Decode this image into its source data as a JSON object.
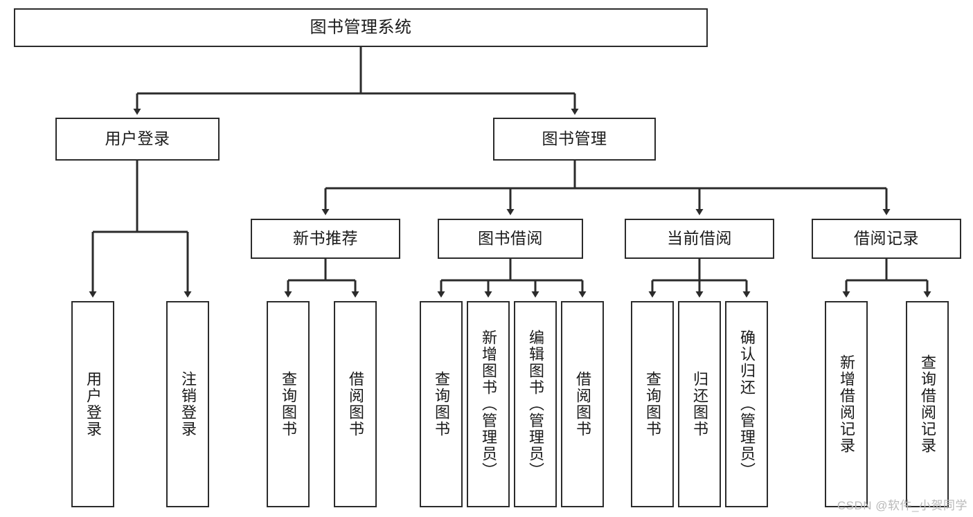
{
  "diagram": {
    "title_node": {
      "label": "图书管理系统"
    },
    "level1": [
      {
        "id": "user-login",
        "label": "用户登录"
      },
      {
        "id": "book-manage",
        "label": "图书管理"
      }
    ],
    "level2": [
      {
        "id": "new-book-recommend",
        "label": "新书推荐"
      },
      {
        "id": "book-borrow",
        "label": "图书借阅"
      },
      {
        "id": "current-borrow",
        "label": "当前借阅"
      },
      {
        "id": "borrow-record",
        "label": "借阅记录"
      }
    ],
    "leaves": {
      "user_login": [
        {
          "id": "leaf-user-login",
          "label": "用户登录"
        },
        {
          "id": "leaf-logout-login",
          "label": "注销登录"
        }
      ],
      "new_book_recommend": [
        {
          "id": "leaf-query-book-1",
          "label": "查询图书"
        },
        {
          "id": "leaf-borrow-book-1",
          "label": "借阅图书"
        }
      ],
      "book_borrow": [
        {
          "id": "leaf-query-book-2",
          "label": "查询图书"
        },
        {
          "id": "leaf-add-book-admin",
          "label": "新增图书（管理员）"
        },
        {
          "id": "leaf-edit-book-admin",
          "label": "编辑图书（管理员）"
        },
        {
          "id": "leaf-borrow-book-2",
          "label": "借阅图书"
        }
      ],
      "current_borrow": [
        {
          "id": "leaf-query-book-3",
          "label": "查询图书"
        },
        {
          "id": "leaf-return-book",
          "label": "归还图书"
        },
        {
          "id": "leaf-confirm-return-admin",
          "label": "确认归还（管理员）"
        }
      ],
      "borrow_record": [
        {
          "id": "leaf-add-borrow-record",
          "label": "新增借阅记录"
        },
        {
          "id": "leaf-query-borrow-record",
          "label": "查询借阅记录"
        }
      ]
    }
  },
  "watermark": {
    "text": "CSDN @软件_小贺同学"
  },
  "colors": {
    "stroke": "#2b2b2b",
    "background": "#ffffff",
    "text": "#1a1a1a",
    "watermark": "#b9b9b9"
  }
}
